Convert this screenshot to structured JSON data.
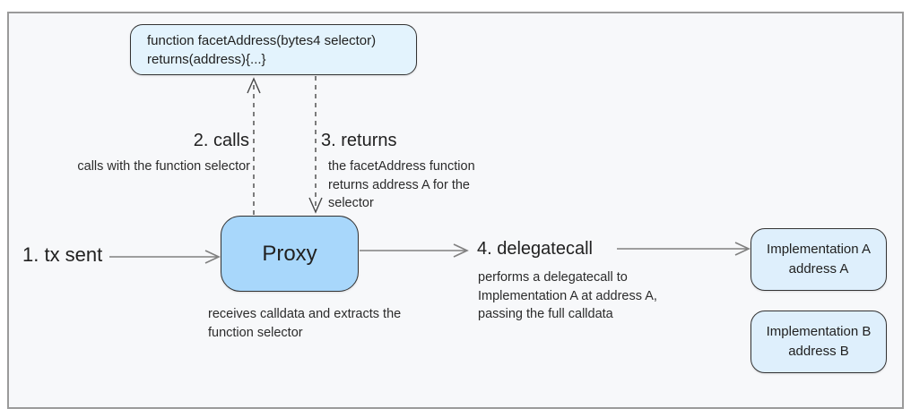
{
  "colors": {
    "canvas_bg": "#f7f8fa",
    "frame_border": "#9a9a9a",
    "function_box_fill": "#e3f3fd",
    "proxy_box_fill": "#a8d7fb",
    "impl_box_fill": "#deeffc",
    "box_border": "#333333",
    "solid_arrow": "#808080",
    "dashed_arrow": "#474747",
    "text": "#212121"
  },
  "nodes": {
    "function_box": {
      "line1": "function facetAddress(bytes4 selector)",
      "line2": "returns(address){...}"
    },
    "proxy": {
      "label": "Proxy",
      "note": "receives calldata and extracts the function selector"
    },
    "implementation_a": {
      "line1": "Implementation A",
      "line2": "address A"
    },
    "implementation_b": {
      "line1": "Implementation B",
      "line2": "address B"
    }
  },
  "steps": {
    "tx_sent": {
      "label": "1. tx sent"
    },
    "calls": {
      "label": "2. calls",
      "note": "calls with the function selector"
    },
    "returns": {
      "label": "3. returns",
      "note": "the facetAddress function returns address A for the selector"
    },
    "delegatecall": {
      "label": "4. delegatecall",
      "note": "performs a delegatecall to Implementation A at address A, passing the full calldata"
    }
  }
}
